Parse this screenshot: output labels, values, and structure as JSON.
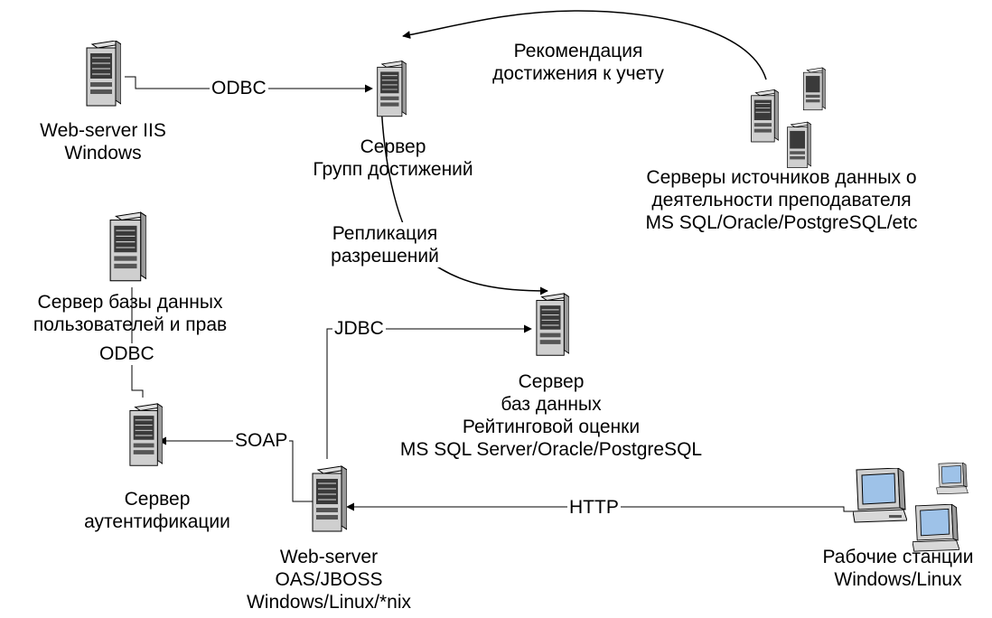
{
  "nodes": {
    "web_iis": {
      "lines": [
        "Web-server IIS",
        "Windows"
      ]
    },
    "group_server": {
      "lines": [
        "Сервер",
        "Групп достижений"
      ]
    },
    "source_servers": {
      "lines": [
        "Серверы источников данных о",
        "деятельности преподавателя",
        "MS SQL/Oracle/PostgreSQL/etc"
      ]
    },
    "users_db": {
      "lines": [
        "Сервер базы данных",
        "пользователей и прав"
      ]
    },
    "rating_db": {
      "lines": [
        "Сервер",
        "баз данных",
        "Рейтинговой оценки",
        "MS SQL Server/Oracle/PostgreSQL"
      ]
    },
    "auth_server": {
      "lines": [
        "Сервер",
        "аутентификации"
      ]
    },
    "web_server": {
      "lines": [
        "Web-server",
        "OAS/JBOSS",
        "Windows/Linux/*nix"
      ]
    },
    "workstations": {
      "lines": [
        "Рабочие станции",
        "Windows/Linux"
      ]
    }
  },
  "connections": {
    "odbc_top": "ODBC",
    "recommendation": [
      "Рекомендация",
      "достижения к учету"
    ],
    "replication": [
      "Репликация",
      "разрешений"
    ],
    "jdbc": "JDBC",
    "odbc_left": "ODBC",
    "soap": "SOAP",
    "http": "HTTP"
  }
}
